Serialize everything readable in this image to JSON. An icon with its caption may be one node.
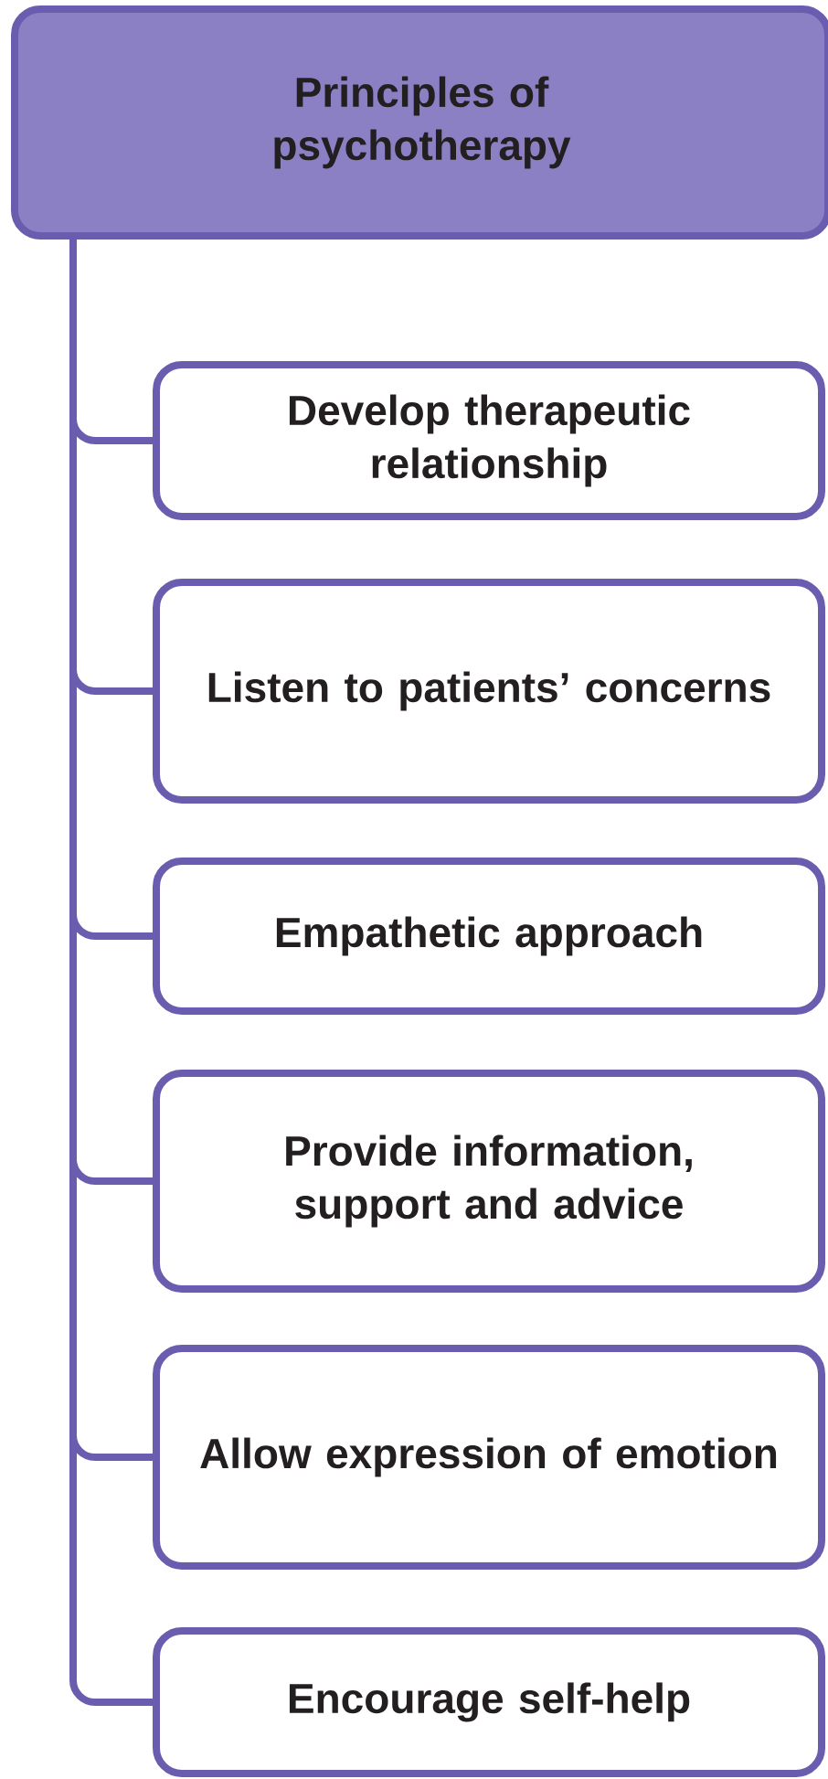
{
  "diagram": {
    "nodes": [
      {
        "text": [
          "Principles of psychotherapy"
        ]
      },
      {
        "text": [
          "Develop therapeutic relationship"
        ]
      },
      {
        "text": [
          "Listen to patients’ concerns"
        ]
      },
      {
        "text": [
          "Empathetic approach"
        ]
      },
      {
        "text": [
          "Provide information, support and advice"
        ]
      },
      {
        "text": [
          "Allow expression of emotion"
        ]
      },
      {
        "text": [
          "Encourage self-help"
        ]
      }
    ],
    "edges": [
      {
        "from": 0,
        "to": 1,
        "arrow": "none"
      },
      {
        "from": 0,
        "to": 2,
        "arrow": "none"
      },
      {
        "from": 0,
        "to": 3,
        "arrow": "none"
      },
      {
        "from": 0,
        "to": 4,
        "arrow": "none"
      },
      {
        "from": 0,
        "to": 5,
        "arrow": "none"
      },
      {
        "from": 0,
        "to": 6,
        "arrow": "none"
      }
    ]
  }
}
